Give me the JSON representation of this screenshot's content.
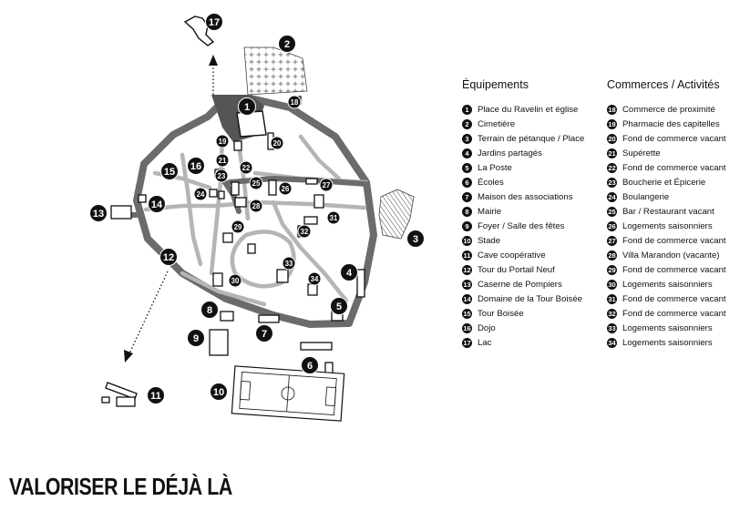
{
  "title": "VALORISER LE DÉJÀ LÀ",
  "legend": {
    "equipements": {
      "heading": "Équipements",
      "items": [
        {
          "num": "1",
          "label": "Place du Ravelin et église"
        },
        {
          "num": "2",
          "label": "Cimetière"
        },
        {
          "num": "3",
          "label": "Terrain de pétanque / Place"
        },
        {
          "num": "4",
          "label": "Jardins partagés"
        },
        {
          "num": "5",
          "label": "La Poste"
        },
        {
          "num": "6",
          "label": "Écoles"
        },
        {
          "num": "7",
          "label": "Maison des associations"
        },
        {
          "num": "8",
          "label": "Mairie"
        },
        {
          "num": "9",
          "label": "Foyer / Salle des fêtes"
        },
        {
          "num": "10",
          "label": "Stade"
        },
        {
          "num": "11",
          "label": "Cave coopérative"
        },
        {
          "num": "12",
          "label": "Tour du Portail Neuf"
        },
        {
          "num": "13",
          "label": "Caserne de Pompiers"
        },
        {
          "num": "14",
          "label": "Domaine de la Tour Boisée"
        },
        {
          "num": "15",
          "label": "Tour Boisée"
        },
        {
          "num": "16",
          "label": "Dojo"
        },
        {
          "num": "17",
          "label": "Lac"
        }
      ]
    },
    "commerces": {
      "heading": "Commerces / Activités",
      "items": [
        {
          "num": "18",
          "label": "Commerce de proximité"
        },
        {
          "num": "19",
          "label": "Pharmacie des capitelles"
        },
        {
          "num": "20",
          "label": "Fond de commerce vacant"
        },
        {
          "num": "21",
          "label": "Supérette"
        },
        {
          "num": "22",
          "label": "Fond de commerce vacant"
        },
        {
          "num": "23",
          "label": "Boucherie et Épicerie"
        },
        {
          "num": "24",
          "label": "Boulangerie"
        },
        {
          "num": "25",
          "label": "Bar / Restaurant vacant"
        },
        {
          "num": "26",
          "label": "Logements saisonniers"
        },
        {
          "num": "27",
          "label": "Fond de commerce vacant"
        },
        {
          "num": "28",
          "label": "Villa Marandon (vacante)"
        },
        {
          "num": "29",
          "label": "Fond de commerce vacant"
        },
        {
          "num": "30",
          "label": "Logements saisonniers"
        },
        {
          "num": "31",
          "label": "Fond de commerce vacant"
        },
        {
          "num": "32",
          "label": "Fond de commerce vacant"
        },
        {
          "num": "33",
          "label": "Logements saisonniers"
        },
        {
          "num": "34",
          "label": "Logements saisonniers"
        }
      ]
    }
  },
  "markers": {
    "big": [
      "1",
      "2",
      "3",
      "4",
      "5",
      "6",
      "7",
      "8",
      "9",
      "10",
      "11",
      "12",
      "13",
      "14",
      "15",
      "16",
      "17"
    ],
    "small": [
      "18",
      "19",
      "20",
      "21",
      "22",
      "23",
      "24",
      "25",
      "26",
      "27",
      "28",
      "29",
      "30",
      "31",
      "32",
      "33",
      "34"
    ]
  },
  "colors": {
    "ring_road": "#6b6b6b",
    "streets": "#b5b5b5",
    "plaza": "#555555",
    "markers": "#111111",
    "background": "#ffffff"
  }
}
